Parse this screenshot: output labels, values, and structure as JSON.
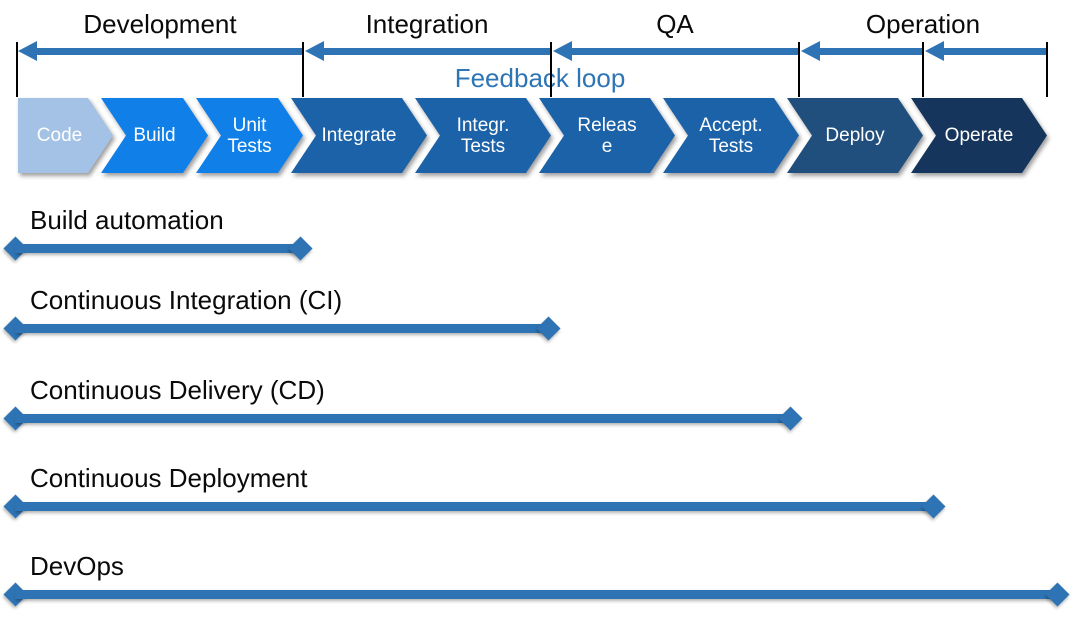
{
  "phases": {
    "items": [
      {
        "label": "Development"
      },
      {
        "label": "Integration"
      },
      {
        "label": "QA"
      },
      {
        "label": "Operation"
      }
    ]
  },
  "feedback": {
    "label": "Feedback loop"
  },
  "pipeline": {
    "stages": [
      {
        "label": "Code",
        "color": "#A3C2E5"
      },
      {
        "label": "Build",
        "color": "#1080E8"
      },
      {
        "label": "Unit\nTests",
        "color": "#1080E8"
      },
      {
        "label": "Integrate",
        "color": "#1C62A9"
      },
      {
        "label": "Integr.\nTests",
        "color": "#1C62A9"
      },
      {
        "label": "Releas\ne",
        "color": "#1C62A9"
      },
      {
        "label": "Accept.\nTests",
        "color": "#1C62A9"
      },
      {
        "label": "Deploy",
        "color": "#204F7D"
      },
      {
        "label": "Operate",
        "color": "#16355C"
      }
    ]
  },
  "practices": {
    "items": [
      {
        "label": "Build automation"
      },
      {
        "label": "Continuous Integration (CI)"
      },
      {
        "label": "Continuous Delivery (CD)"
      },
      {
        "label": "Continuous Deployment"
      },
      {
        "label": "DevOps"
      }
    ]
  },
  "colors": {
    "connector_blue": "#2E74B5",
    "feedback_text": "#2E75B6",
    "label_text": "#0A0A0A",
    "stage_text": "#FFFFFF"
  }
}
